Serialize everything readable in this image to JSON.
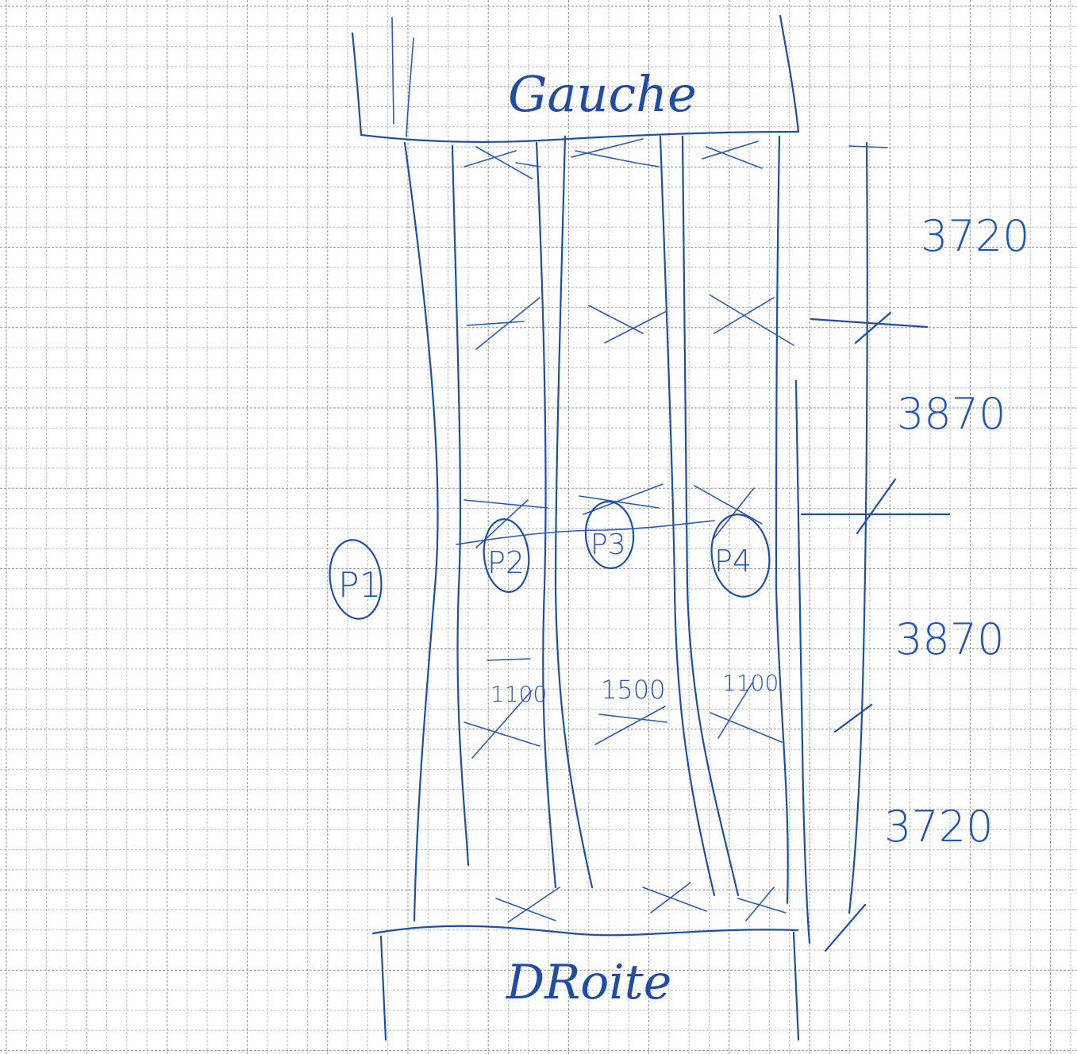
{
  "labels": {
    "top_side": "Gauche",
    "bottom_side": "DRoite",
    "pillars": [
      "P1",
      "P2",
      "P3",
      "P4"
    ],
    "spans": [
      "1100",
      "1500",
      "1100"
    ]
  },
  "dimensions": [
    "3720",
    "3870",
    "3870",
    "3720"
  ],
  "colors": {
    "ink": "#1e4fa8",
    "grid_minor": "#b9b9b9",
    "grid_major": "#8f8f8f",
    "paper": "#ffffff"
  }
}
